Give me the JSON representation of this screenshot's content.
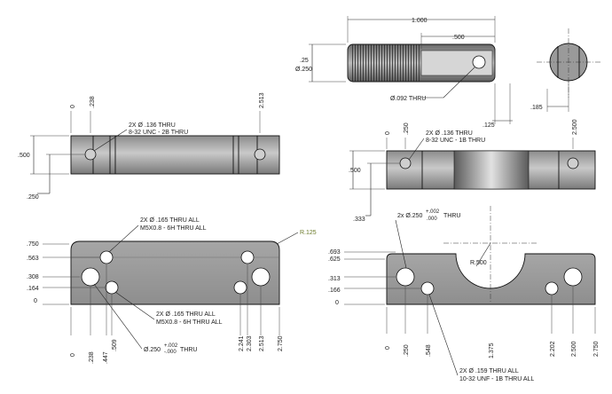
{
  "shaft": {
    "len": "1.000",
    "flat_len": ".500",
    "bracket_dim": ".25",
    "dia_dim": "Ø.250",
    "hole_note": "Ø.092 THRU",
    "offset": ".125",
    "end_offset": ".185"
  },
  "left_side": {
    "dims": [
      ".238",
      "2.513",
      ".500",
      ".250",
      "0"
    ],
    "note1": "2X Ø .136 THRU",
    "note2": "8-32 UNC - 2B THRU"
  },
  "left_front": {
    "note_top1": "2X Ø .165 THRU ALL",
    "note_top2": "M5X0.8 - 6H THRU ALL",
    "radius": "R.125",
    "y_dims": [
      ".750",
      ".563",
      ".308",
      ".164",
      "0"
    ],
    "note_mid1": "2X Ø .165 THRU ALL",
    "note_mid2": "M5X0.8 - 6H THRU ALL",
    "dia_note": "Ø.250",
    "tol_plus": "+.002",
    "tol_minus": "-.000",
    "thru": "THRU",
    "x_dims": [
      "0",
      ".238",
      ".447",
      ".509",
      "2.241",
      "2.303",
      "2.513",
      "2.750"
    ]
  },
  "right_side": {
    "dims": [
      "0",
      ".250",
      "2.500",
      ".500",
      ".333"
    ],
    "note1": "2X Ø .136 THRU",
    "note2": "8-32 UNC - 1B THRU"
  },
  "right_front": {
    "note_top_pre": "2x Ø.250",
    "tol_plus": "+.002",
    "tol_minus": ".000",
    "note_top_post": "THRU",
    "radius": "R.500",
    "y_dims": [
      ".693",
      ".625",
      ".313",
      ".166",
      "0"
    ],
    "note_bot1": "2X Ø .159 THRU ALL",
    "note_bot2": "10-32 UNF - 1B THRU ALL",
    "x_dims": [
      "0",
      ".250",
      ".548",
      "1.375",
      "2.202",
      "2.500",
      "2.750"
    ]
  }
}
